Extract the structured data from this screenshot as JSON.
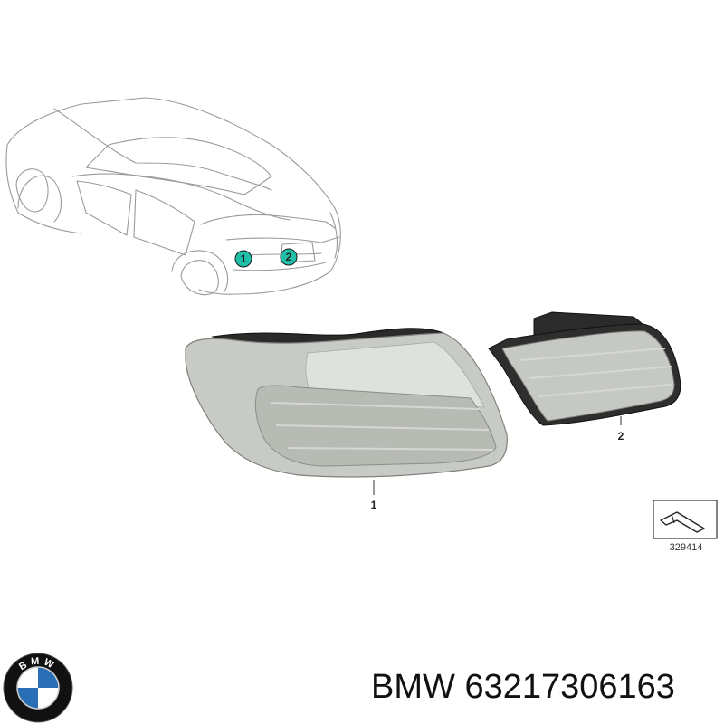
{
  "diagram": {
    "car_markers": [
      {
        "label": "1",
        "color": "#1fbfa8"
      },
      {
        "label": "2",
        "color": "#1fbfa8"
      }
    ],
    "part_callouts": [
      {
        "label": "1"
      },
      {
        "label": "2"
      }
    ],
    "reference_number": "329414"
  },
  "logo": {
    "ring_text": "BMW",
    "colors": {
      "ring": "#111111",
      "blue": "#2a6fb5",
      "white": "#ffffff"
    }
  },
  "caption": {
    "brand": "BMW",
    "part_number": "63217306163"
  }
}
